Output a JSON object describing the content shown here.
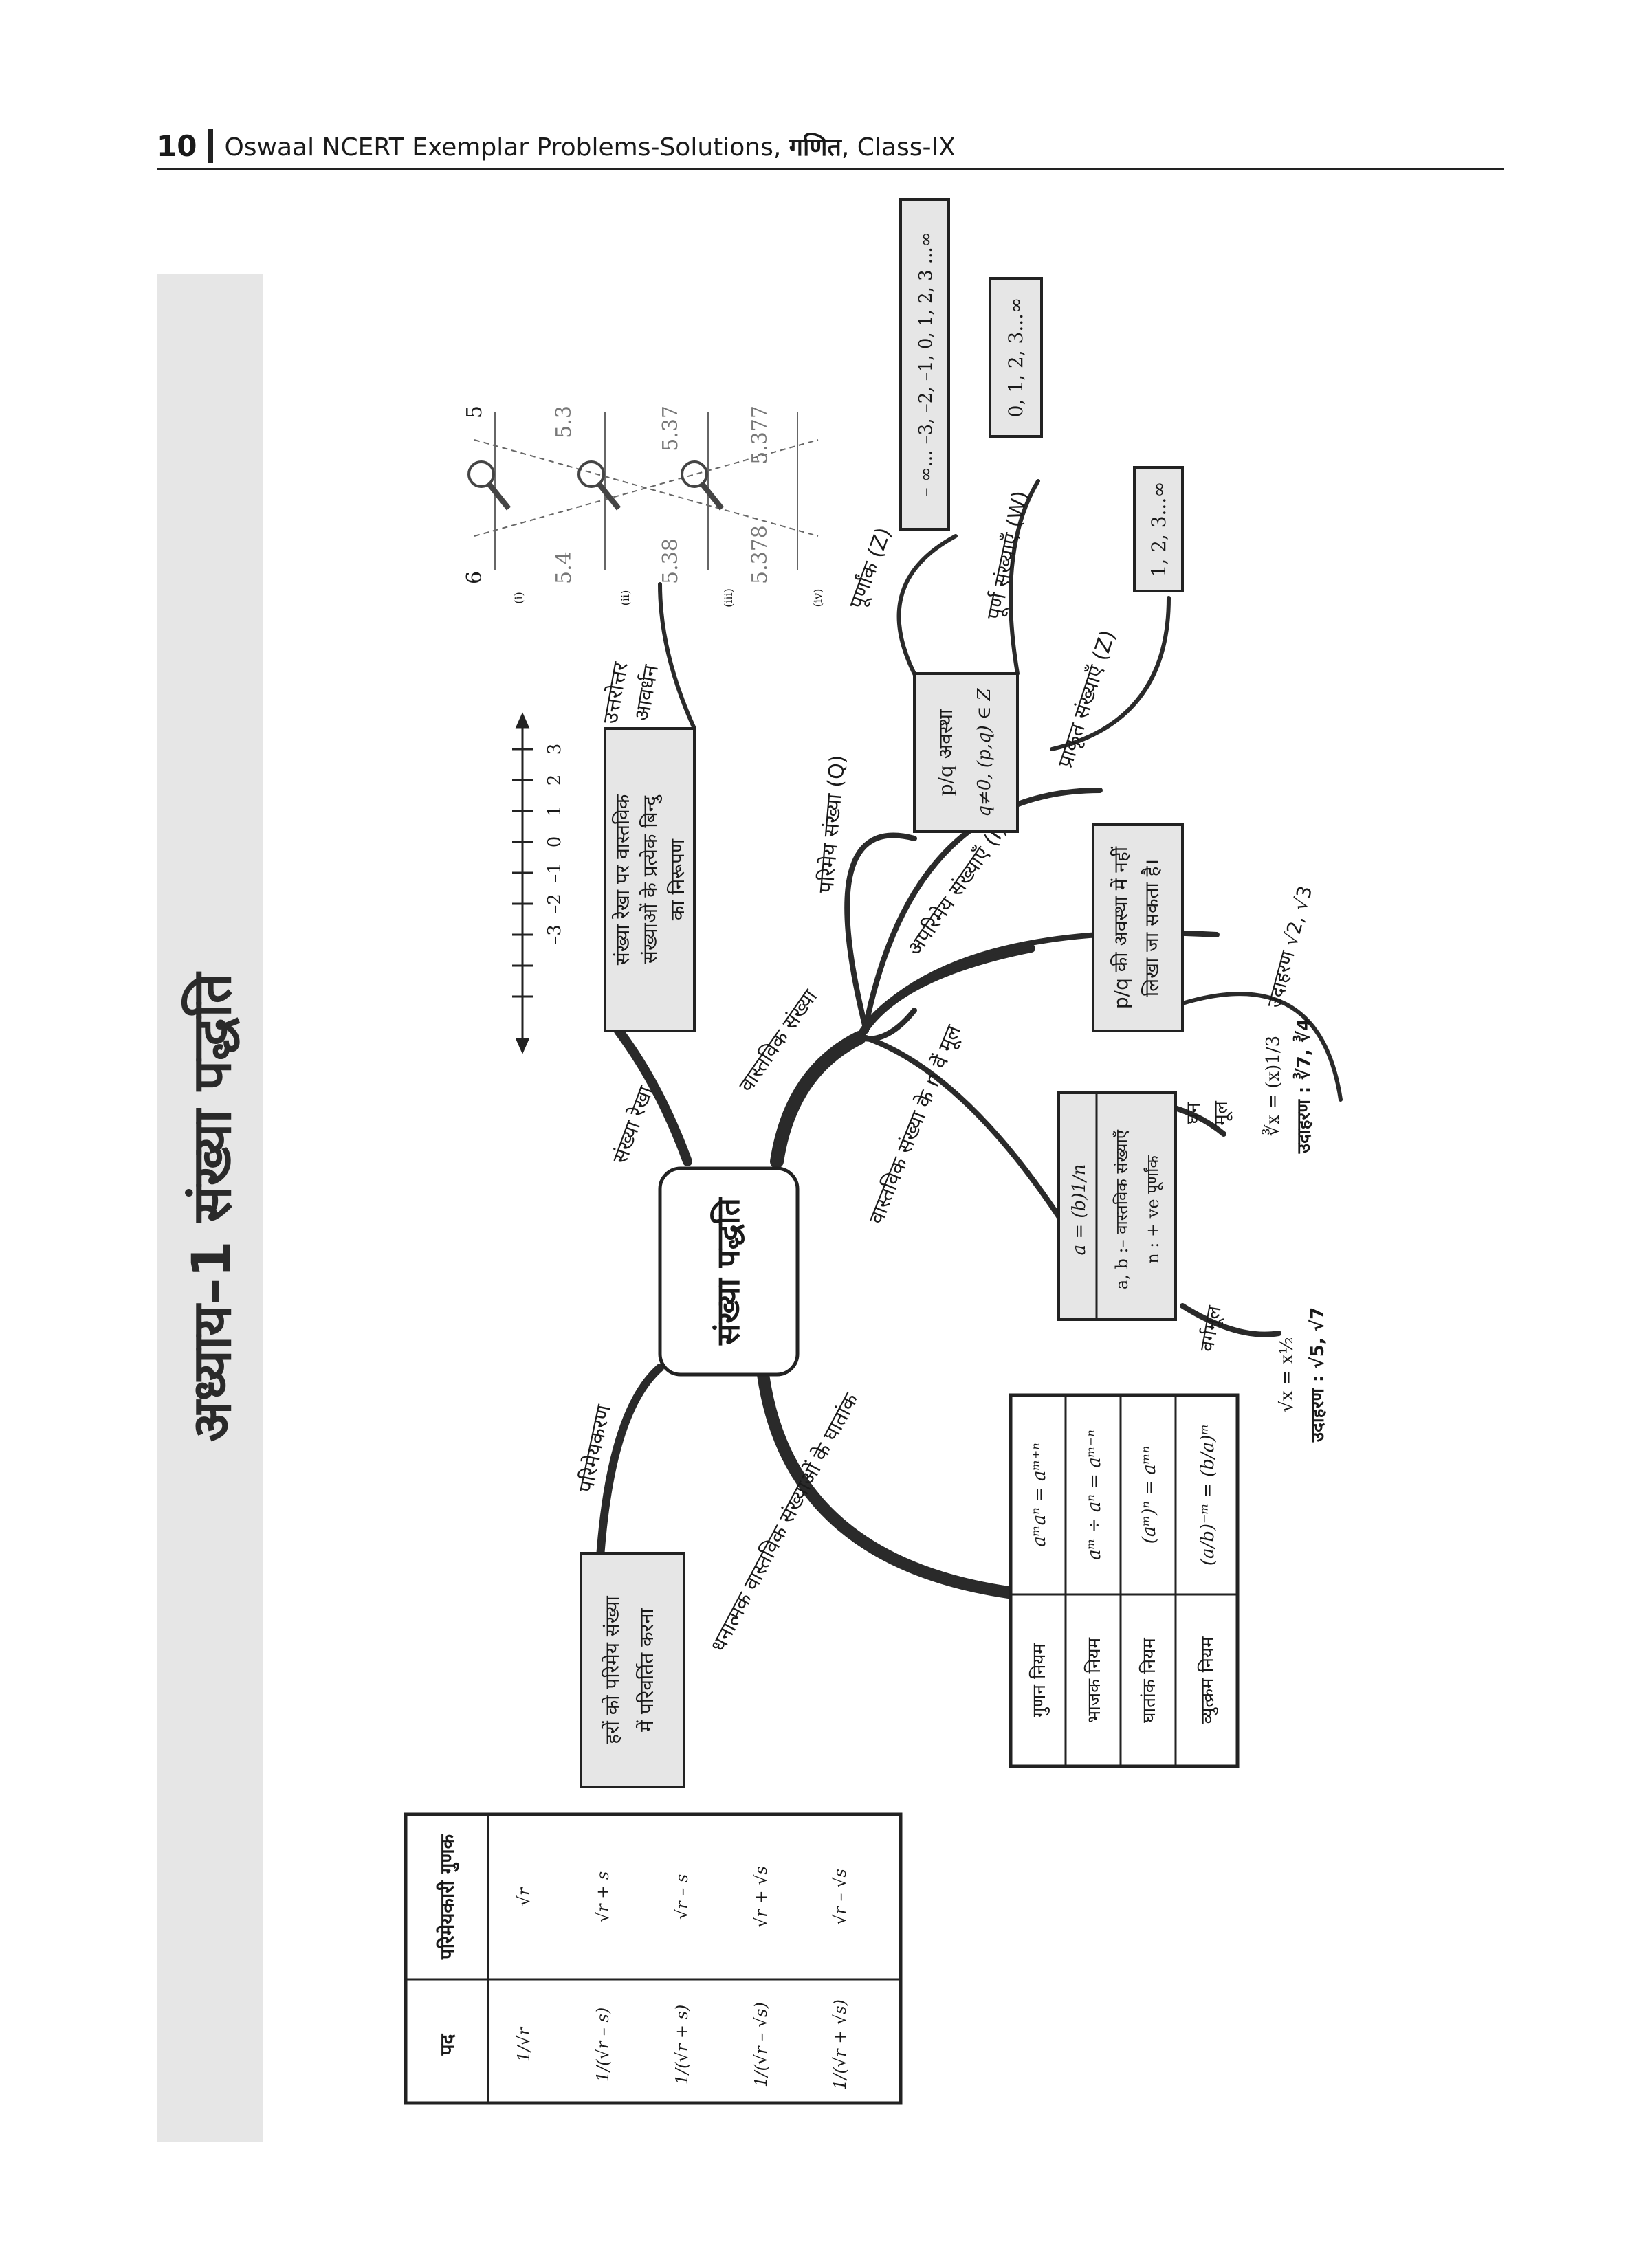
{
  "header": {
    "page_number": "10",
    "title_plain": "Oswaal NCERT Exemplar Problems-Solutions, ",
    "title_bold": "गणित",
    "title_tail": ", Class-IX"
  },
  "chapter_title": "अध्याय–1 संख्या पद्धति",
  "center": "संख्या पद्धति",
  "branches": {
    "number_line": "संख्या रेखा",
    "real_numbers": "वास्तविक संख्या",
    "rationalisation": "परिमेयकरण",
    "exponent_laws": "धनात्मक वास्तविक संख्याओं के घातांक",
    "nth_root": "वास्तविक संख्या के n वें मूल",
    "rational": "परिमेय संख्या (Q)",
    "irrational": "अपरिमेय संख्याएँ (I)",
    "successive": "उत्तरोत्तर",
    "magnification": "आवर्धन",
    "integers": "पूर्णांक (Z)",
    "whole": "पूर्ण संख्याएँ (W)",
    "natural": "प्राकृत संख्याएँ (Z)",
    "square_root": "वर्गमूल",
    "cube_root_1": "घन",
    "cube_root_2": "मूल"
  },
  "boxes": {
    "number_line_box": [
      "संख्या रेखा पर वास्तविक",
      "संख्याओं के प्रत्येक बिन्दु",
      "का निरूपण"
    ],
    "pq_box": [
      "p/q अवस्था",
      "q≠0, (p,q) ∈ Z"
    ],
    "integers_box": "– ∞... –3, –2, –1, 0, 1, 2, 3 ...∞",
    "whole_box": "0, 1, 2, 3...∞",
    "natural_box": "1, 2, 3...∞",
    "irrational_box": [
      "p/q की अवस्था में नहीं",
      "लिखा जा सकता है।"
    ],
    "root_box": [
      "a = (b)1/n",
      "a, b :– वास्तविक संख्याएँ",
      "n : + ve पूर्णांक"
    ],
    "rationalise_box": [
      "हरों को परिमेय संख्या",
      "में परिवर्तित करना"
    ]
  },
  "examples": {
    "irrational_ex": "उदाहरण √2, √3",
    "sqrt_def": "√x = x½",
    "sqrt_ex": "उदाहरण : √5, √7",
    "cbrt_def": "∛x = (x)1/3",
    "cbrt_ex": "उदाहरण : ∛7, ∛4"
  },
  "number_line_ticks": [
    "–3",
    "–2",
    "–1",
    "0",
    "1",
    "2",
    "3"
  ],
  "magnifier": {
    "labels": [
      "5",
      "6",
      "5.3",
      "5.4",
      "5.37",
      "5.38",
      "5.377",
      "5.378"
    ],
    "steps": [
      "(i)",
      "(ii)",
      "(iii)",
      "(iv)"
    ]
  },
  "laws_table": {
    "rows": [
      {
        "name": "गुणन नियम",
        "formula": "aᵐaⁿ = aᵐ⁺ⁿ"
      },
      {
        "name": "भाजक नियम",
        "formula": "aᵐ ÷ aⁿ = aᵐ⁻ⁿ"
      },
      {
        "name": "घातांक नियम",
        "formula": "(aᵐ)ⁿ = aᵐⁿ"
      },
      {
        "name": "व्युत्क्रम नियम",
        "formula": "(a/b)⁻ᵐ = (b/a)ᵐ"
      }
    ]
  },
  "rationalising_table": {
    "headers": [
      "पद",
      "परिमेयकारी गुणक"
    ],
    "rows": [
      {
        "term": "1/√r",
        "factor": "√r"
      },
      {
        "term": "1/(√r – s)",
        "factor": "√r + s"
      },
      {
        "term": "1/(√r + s)",
        "factor": "√r – s"
      },
      {
        "term": "1/(√r – √s)",
        "factor": "√r + √s"
      },
      {
        "term": "1/(√r + √s)",
        "factor": "√r – √s"
      }
    ]
  }
}
